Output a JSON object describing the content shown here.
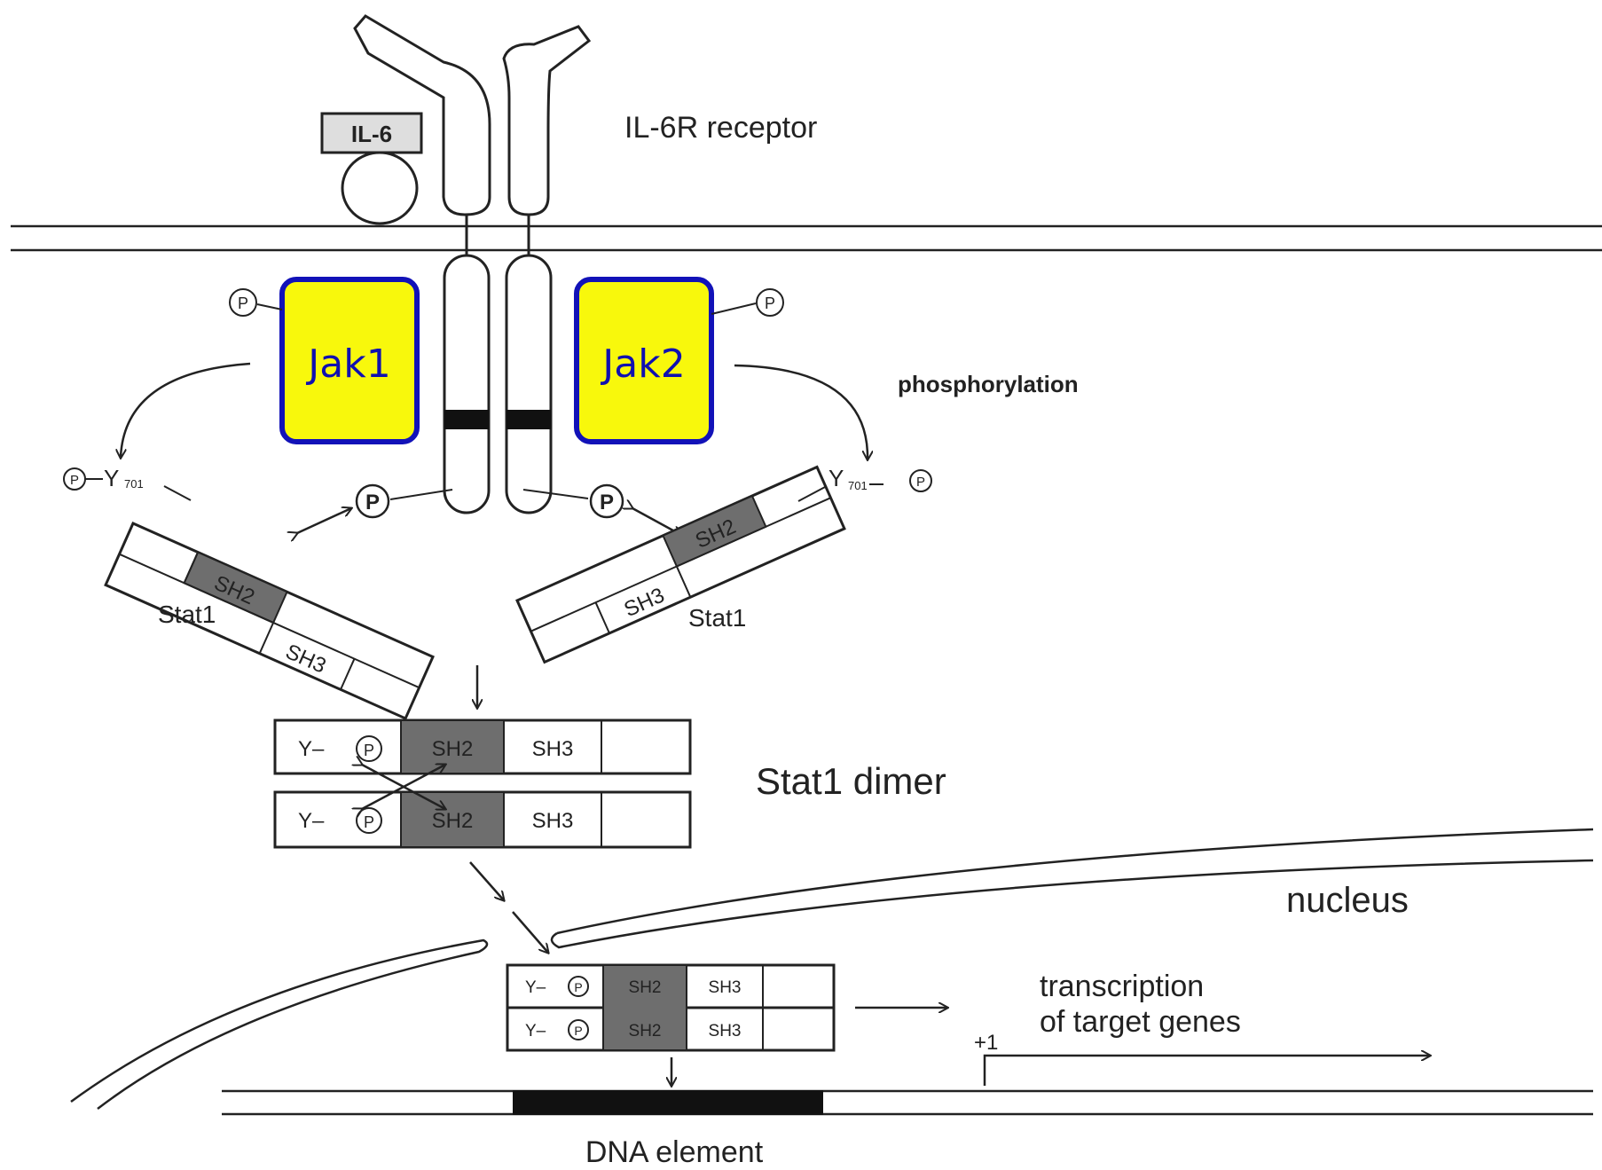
{
  "labels": {
    "il6": "IL-6",
    "receptor": "IL-6R receptor",
    "jak1": "Jak1",
    "jak2": "Jak2",
    "phosphorylation": "phosphorylation",
    "phospho_p": "P",
    "tyr_left": "Y",
    "tyr_left_sub": "701",
    "tyr_right": "Y",
    "tyr_right_sub": "701",
    "sh2": "SH2",
    "sh3": "SH3",
    "stat1": "Stat1",
    "dimer": "Stat1 dimer",
    "y_p": "Y–",
    "nucleus": "nucleus",
    "transcription_line1": "transcription",
    "transcription_line2": "of target genes",
    "plus_one": "+1",
    "dna_element": "DNA element"
  },
  "colors": {
    "jak_fill": "#f8f80c",
    "jak_border": "#1212b8",
    "jak_text": "#1010b0",
    "sh2_fill": "#6e6e6e",
    "line": "#222222"
  }
}
